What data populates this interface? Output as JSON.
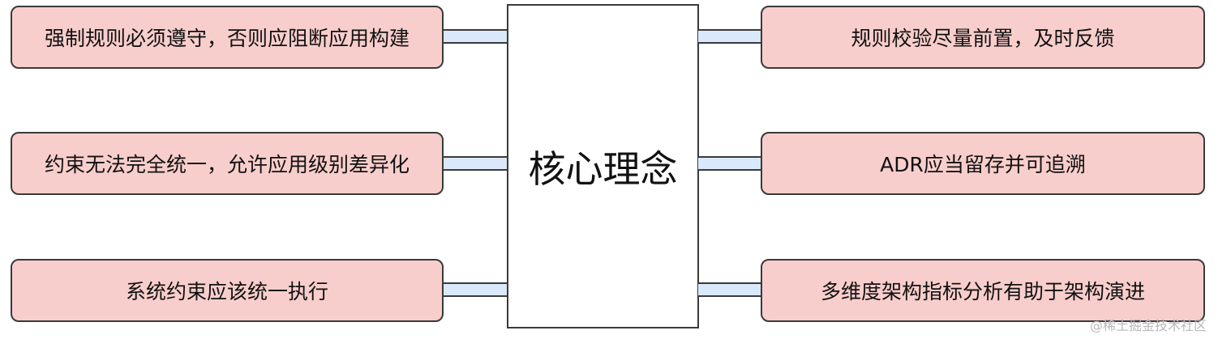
{
  "center": {
    "label": "核心理念"
  },
  "left_items": [
    {
      "label": "强制规则必须遵守，否则应阻断应用构建"
    },
    {
      "label": "约束无法完全统一，允许应用级别差异化"
    },
    {
      "label": "系统约束应该统一执行"
    }
  ],
  "right_items": [
    {
      "label": "规则校验尽量前置，及时反馈"
    },
    {
      "label": "ADR应当留存并可追溯"
    },
    {
      "label": "多维度架构指标分析有助于架构演进"
    }
  ],
  "watermark": {
    "text": "@稀土掘金技术社区"
  },
  "colors": {
    "box_fill": "#f8cecc",
    "connector_fill": "#dae8fc",
    "stroke": "#3a3a3a"
  }
}
